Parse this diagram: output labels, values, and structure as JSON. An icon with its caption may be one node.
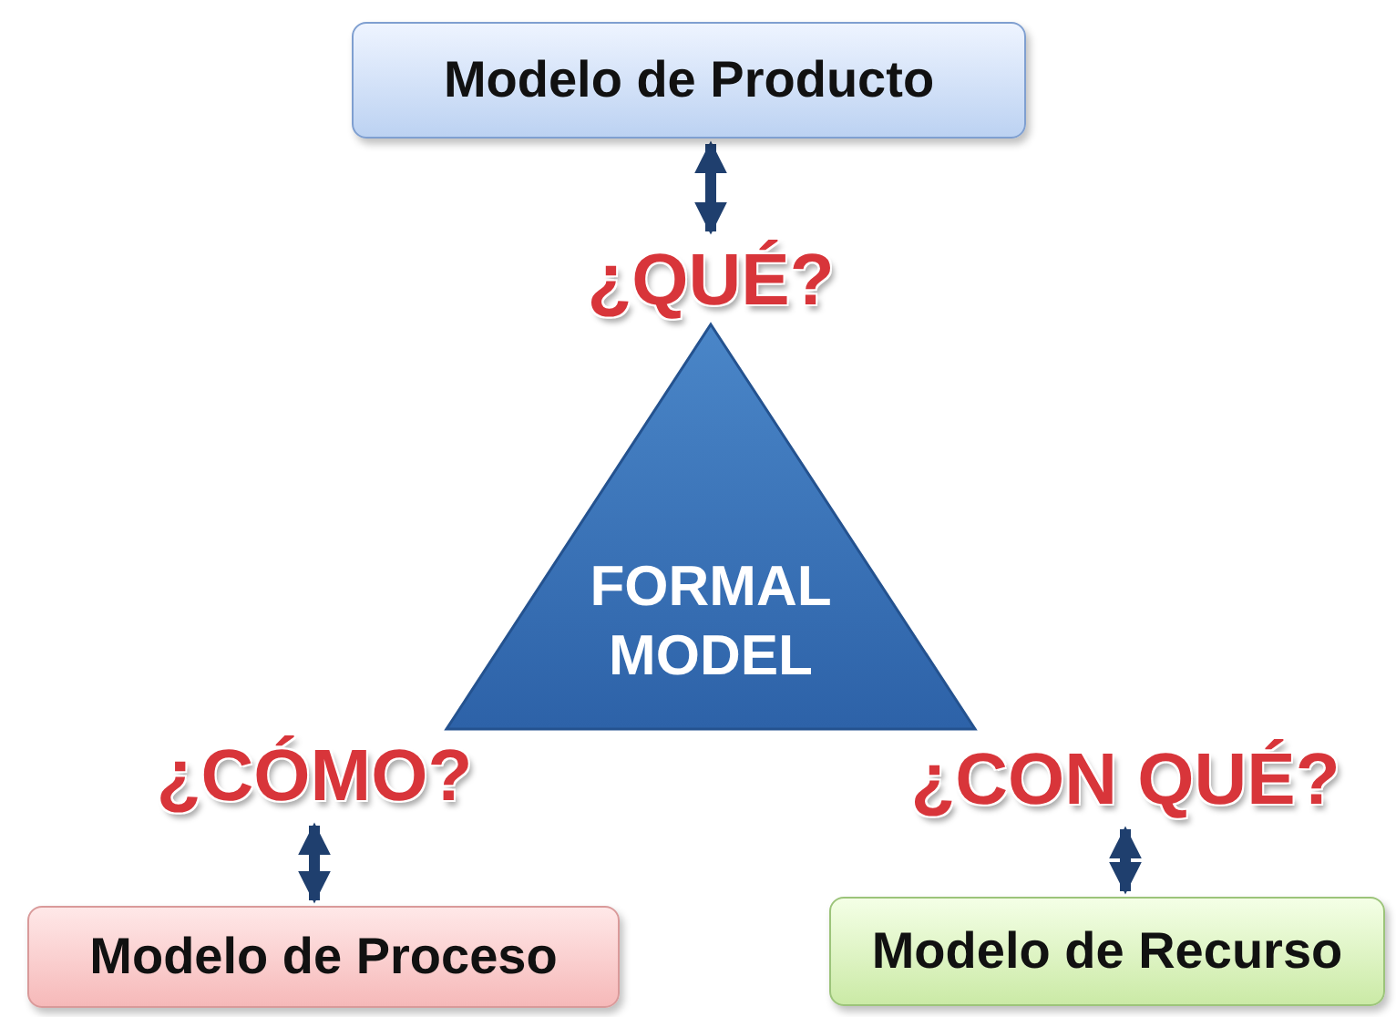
{
  "diagram": {
    "nodes": [
      {
        "text": [
          "Modelo de Producto"
        ]
      },
      {
        "text": [
          "¿QUÉ?"
        ]
      },
      {
        "text": [
          "FORMAL MODEL"
        ]
      },
      {
        "text": [
          "¿CÓMO?"
        ]
      },
      {
        "text": [
          "¿CON QUÉ?"
        ]
      },
      {
        "text": [
          "Modelo de Proceso"
        ]
      },
      {
        "text": [
          "Modelo de Recurso"
        ]
      }
    ],
    "edges": [
      {
        "from": 0,
        "to": 1,
        "arrow": "both"
      },
      {
        "from": 3,
        "to": 5,
        "arrow": "both"
      },
      {
        "from": 4,
        "to": 6,
        "arrow": "both"
      }
    ]
  }
}
